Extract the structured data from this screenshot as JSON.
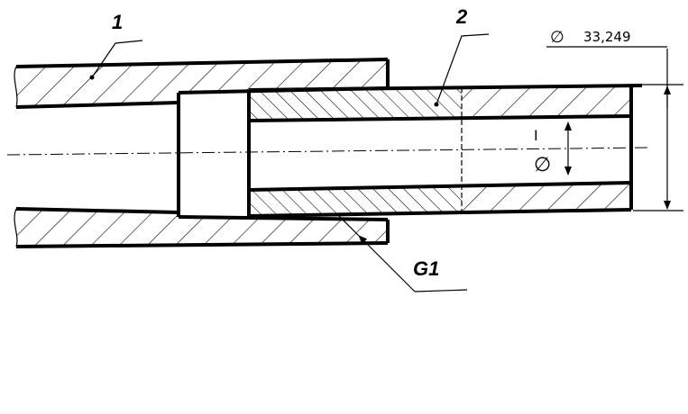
{
  "labels": {
    "part_1": "1",
    "part_2": "2",
    "weld": "G1",
    "diameter_symbol": "∅",
    "diameter_value": "33,249",
    "inner_diameter_symbol": "∅",
    "inner_mark": "I"
  }
}
